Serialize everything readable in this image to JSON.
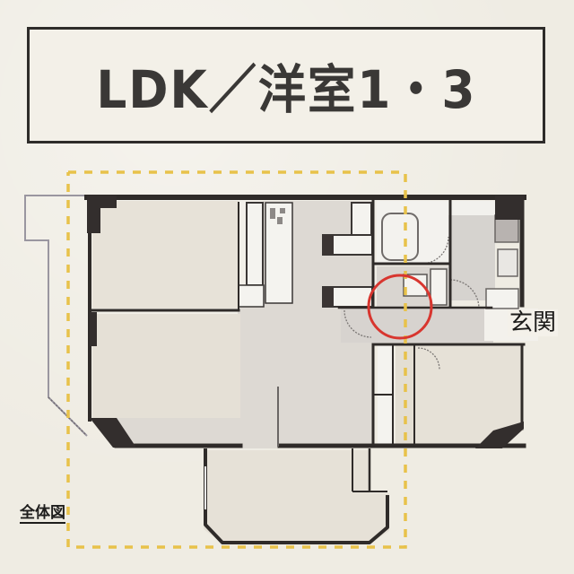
{
  "header": {
    "title": "LDK／洋室1・3"
  },
  "floorplan": {
    "labels": {
      "entrance": "玄関",
      "overall_view": "全体図"
    },
    "rooms": [
      {
        "id": "western-room-1",
        "description": "upper-left room"
      },
      {
        "id": "ldk",
        "description": "living-dining-kitchen, center-left"
      },
      {
        "id": "western-room-3",
        "description": "lower-right room"
      },
      {
        "id": "balcony-room",
        "description": "bottom-center bay room"
      },
      {
        "id": "bathroom",
        "description": "top-right bath"
      },
      {
        "id": "washroom",
        "description": "top-right sink area"
      },
      {
        "id": "entrance-hall",
        "description": "entrance corridor"
      }
    ],
    "highlight_marker": {
      "shape": "circle",
      "color": "#d8362f"
    },
    "dashed_outline_color": "#e8c24a"
  },
  "colors": {
    "wall": "#2f2b29",
    "room_fill_light": "#e6e1d6",
    "room_fill_gray": "#d3cfc9",
    "paper": "#efece3",
    "marker": "#d8362f",
    "dash": "#e8c24a"
  }
}
